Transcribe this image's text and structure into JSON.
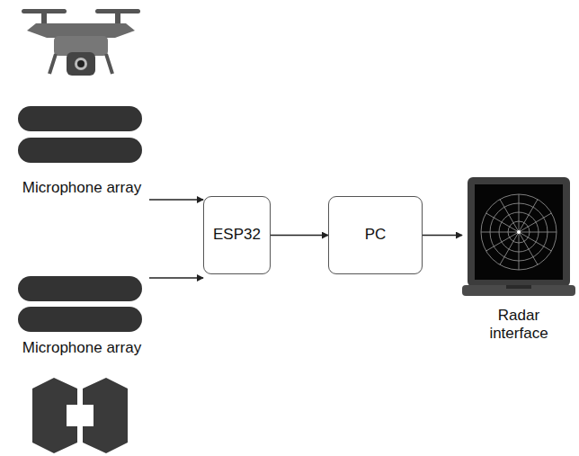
{
  "diagram": {
    "nodes": [
      {
        "text": [
          "Microphone array"
        ]
      },
      {
        "text": [
          "Microphone array"
        ]
      },
      {
        "text": [
          "ESP32"
        ]
      },
      {
        "text": [
          "PC"
        ]
      },
      {
        "text": [
          "Radar interface"
        ]
      }
    ],
    "edges": [
      {
        "from": 0,
        "to": 2,
        "arrow": "to"
      },
      {
        "from": 1,
        "to": 2,
        "arrow": "to"
      },
      {
        "from": 2,
        "to": 3,
        "arrow": "to"
      },
      {
        "from": 3,
        "to": 4,
        "arrow": "to"
      }
    ]
  }
}
